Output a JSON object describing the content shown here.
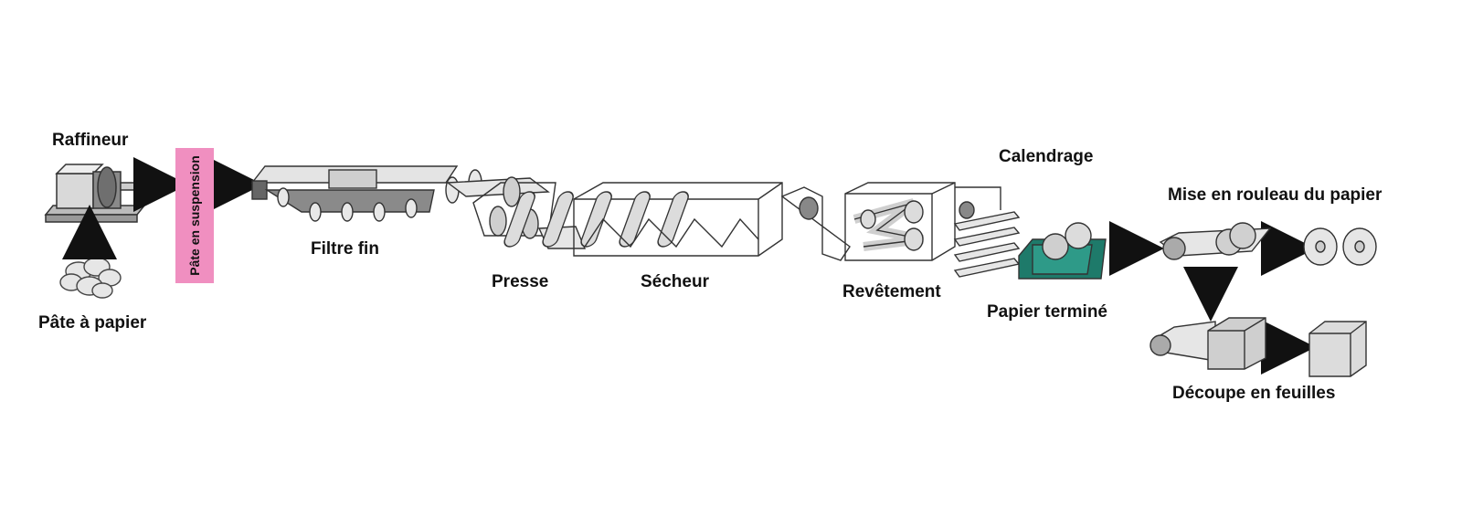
{
  "labels": {
    "refiner": "Raffineur",
    "pulp": "Pâte à papier",
    "suspension": "Pâte en suspension",
    "fine_filter": "Filtre fin",
    "press": "Presse",
    "dryer": "Sécheur",
    "coating": "Revêtement",
    "calendering": "Calendrage",
    "finished_paper": "Papier terminé",
    "winding": "Mise en rouleau du papier",
    "sheet_cutting": "Découpe en feuilles"
  },
  "colors": {
    "suspension_box": "#f08fc0",
    "machine_fill": "#d9d9d9",
    "machine_stroke": "#333333",
    "calender_green": "#1e7a6a",
    "arrow": "#111111"
  }
}
